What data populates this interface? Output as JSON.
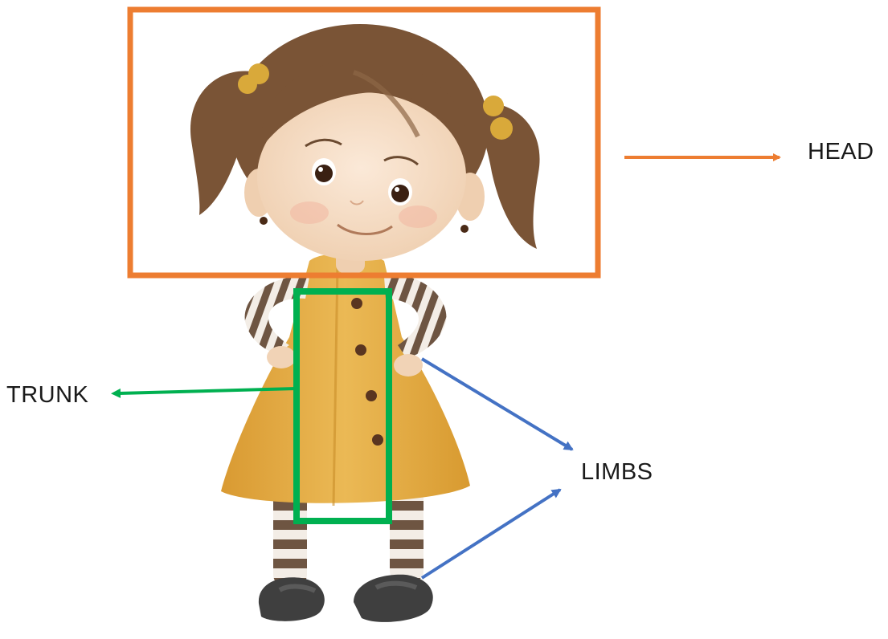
{
  "labels": {
    "head": "HEAD",
    "trunk": "TRUNK",
    "limbs": "LIMBS"
  },
  "colors": {
    "head_box": "#ED7D31",
    "trunk_box": "#00B050",
    "limbs_arrow": "#4472C4",
    "hair": "#7a5436",
    "skin": "#f6dcc3",
    "dress": "#e3ad45",
    "stripe_dark": "#6e5542",
    "stripe_light": "#f3ede6",
    "shoe": "#3f3f3f",
    "bead": "#d9a93a",
    "button": "#5a3520"
  }
}
